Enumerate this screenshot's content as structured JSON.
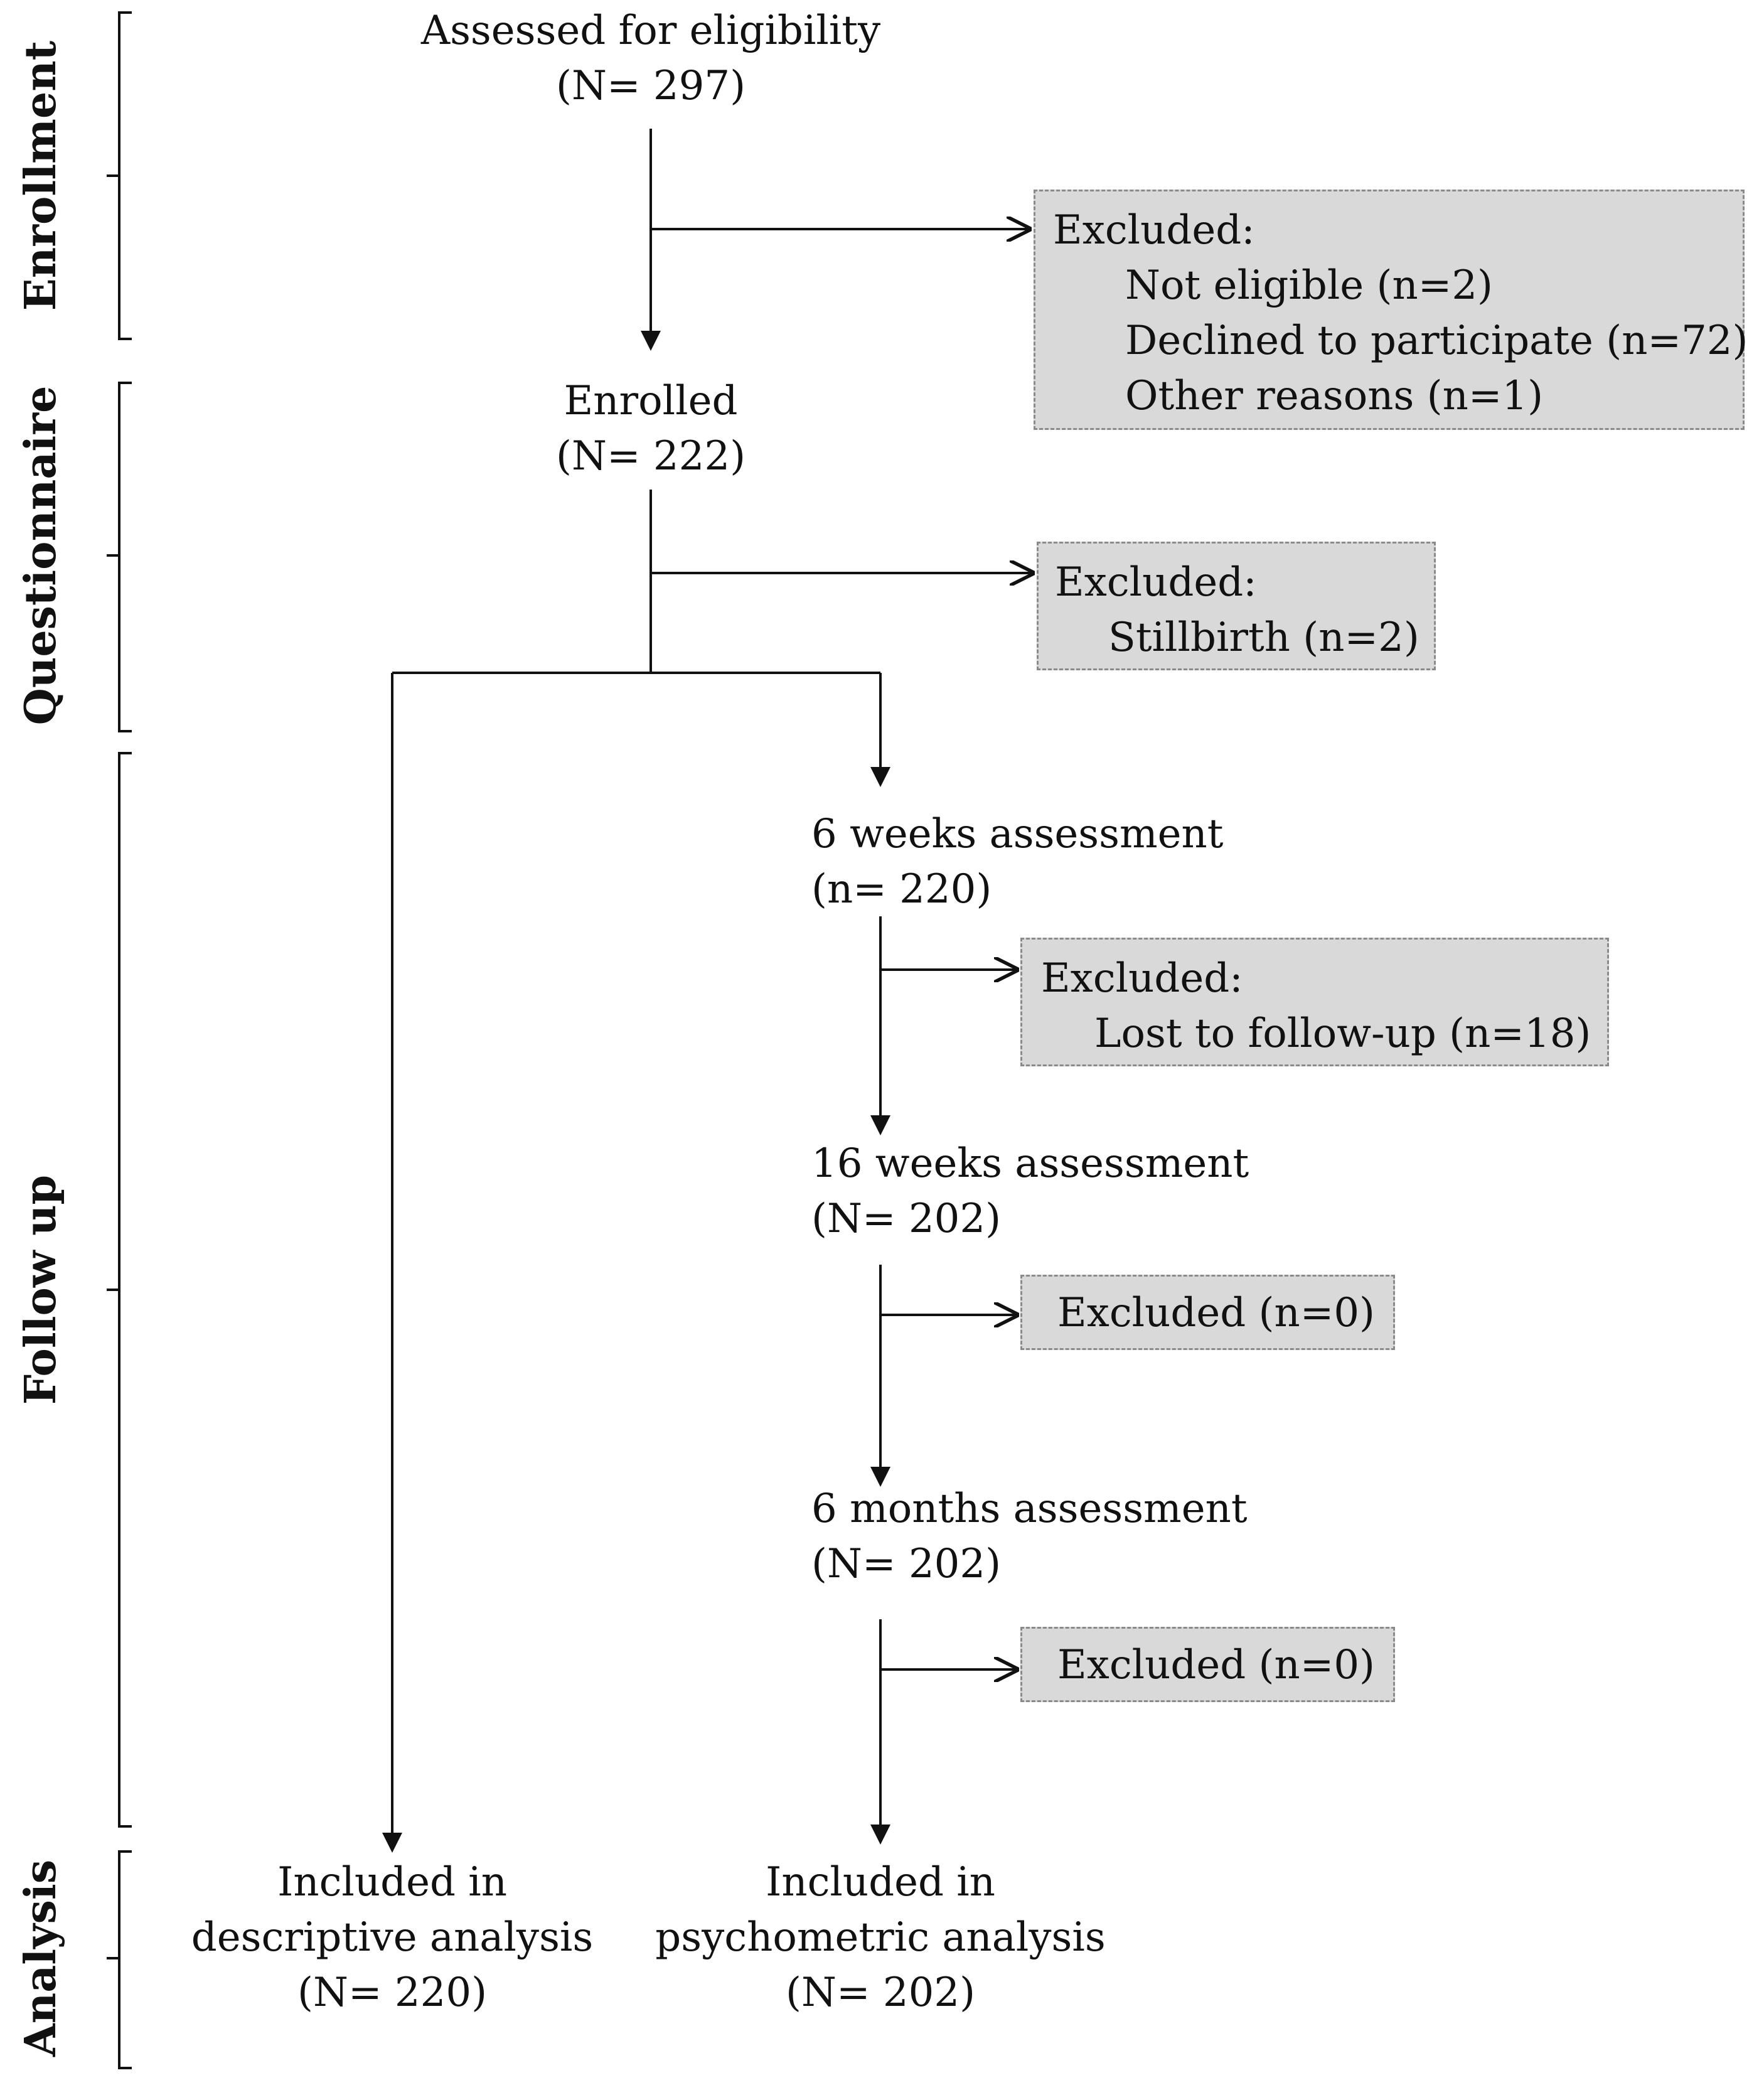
{
  "stages": [
    {
      "label": "Enrollment"
    },
    {
      "label": "Questionnaire"
    },
    {
      "label": "Follow up"
    },
    {
      "label": "Analysis"
    }
  ],
  "nodes": {
    "assessed": {
      "line1": "Assessed for eligibility",
      "line2": "(N= 297)"
    },
    "enrolled": {
      "line1": "Enrolled",
      "line2": "(N= 222)"
    },
    "week6": {
      "line1": "6 weeks assessment",
      "line2": "(n= 220)"
    },
    "week16": {
      "line1": "16 weeks assessment",
      "line2": "(N= 202)"
    },
    "month6": {
      "line1": "6 months assessment",
      "line2": "(N= 202)"
    },
    "descriptive": {
      "line1": "Included in",
      "line2": "descriptive analysis",
      "line3": "(N= 220)"
    },
    "psychometric": {
      "line1": "Included in",
      "line2": "psychometric analysis",
      "line3": "(N= 202)"
    }
  },
  "exclusions": {
    "enrollment": {
      "header": "Excluded:",
      "items": [
        "Not eligible (n=2)",
        "Declined to participate (n=72)",
        "Other reasons (n=1)"
      ]
    },
    "questionnaire": {
      "header": "Excluded:",
      "items": [
        "Stillbirth (n=2)"
      ]
    },
    "week6": {
      "header": "Excluded:",
      "items": [
        "Lost to follow-up (n=18)"
      ]
    },
    "week16": {
      "header": "Excluded (n=0)"
    },
    "month6": {
      "header": "Excluded (n=0)"
    }
  },
  "colors": {
    "box_fill": "#d9d9d9",
    "box_border": "#8a8a8a",
    "line": "#111111"
  }
}
